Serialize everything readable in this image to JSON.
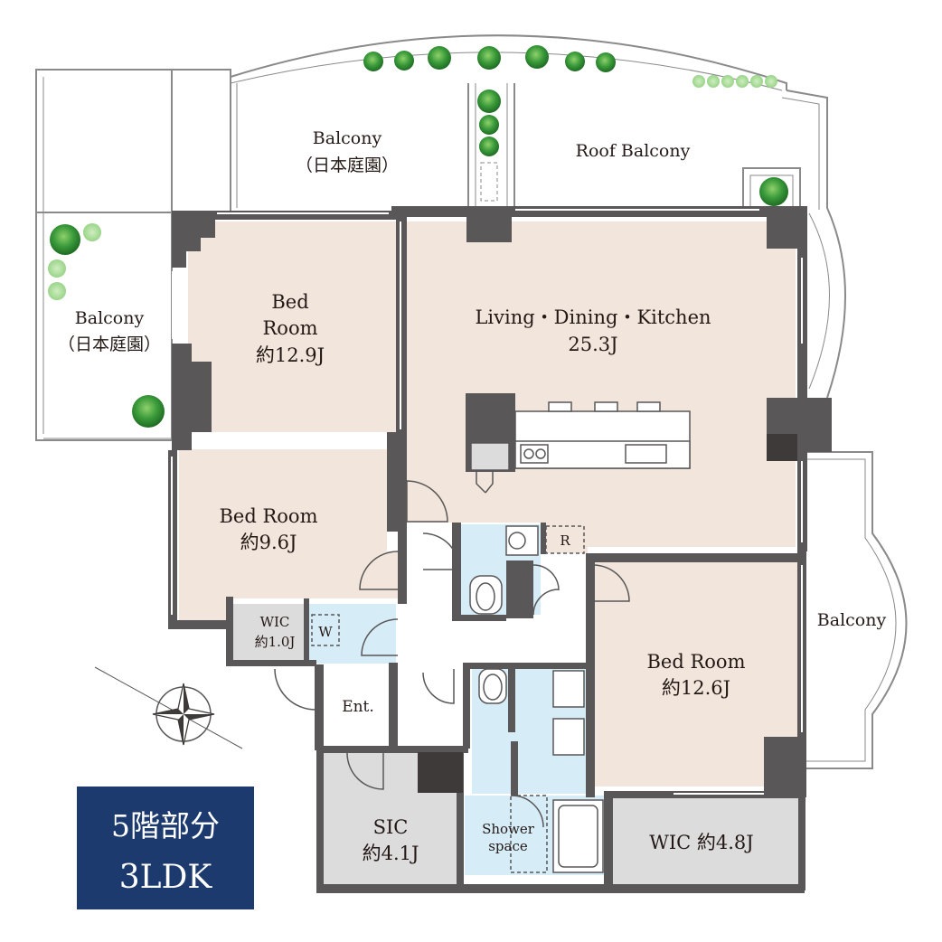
{
  "badge": {
    "floor_label": "5階部分",
    "plan_type": "3LDK"
  },
  "rooms": {
    "balcony_top": {
      "name": "Balcony",
      "sub": "（日本庭園）"
    },
    "roof_balcony": {
      "name": "Roof  Balcony"
    },
    "balcony_left": {
      "name": "Balcony",
      "sub": "（日本庭園）"
    },
    "bed_room_1": {
      "line1": "Bed",
      "line2": "Room",
      "size": "約12.9J"
    },
    "ldk": {
      "name": "Living・Dining・Kitchen",
      "size": "25.3J"
    },
    "bed_room_2": {
      "name": "Bed Room",
      "size": "約9.6J"
    },
    "wic_small": {
      "name": "WIC",
      "size": "約1.0J"
    },
    "w_closet": {
      "name": "W"
    },
    "fridge": {
      "name": "R"
    },
    "entrance": {
      "name": "Ent."
    },
    "bed_room_3": {
      "name": "Bed Room",
      "size": "約12.6J"
    },
    "balcony_right": {
      "name": "Balcony"
    },
    "sic": {
      "name": "SIC",
      "size": "約4.1J"
    },
    "shower": {
      "line1": "Shower",
      "line2": "space"
    },
    "wic_large": {
      "name": "WIC 約4.8J"
    }
  },
  "colors": {
    "room_beige": "#f2e6dc",
    "wet_blue": "#d6ecf7",
    "storage_gray": "#dcdcdc",
    "wall": "#595757",
    "badge_navy": "#1d3a6e",
    "plant_green": "#3a9a3a"
  },
  "icons": {
    "compass": "compass-rose-icon",
    "plant": "shrub-icon"
  }
}
